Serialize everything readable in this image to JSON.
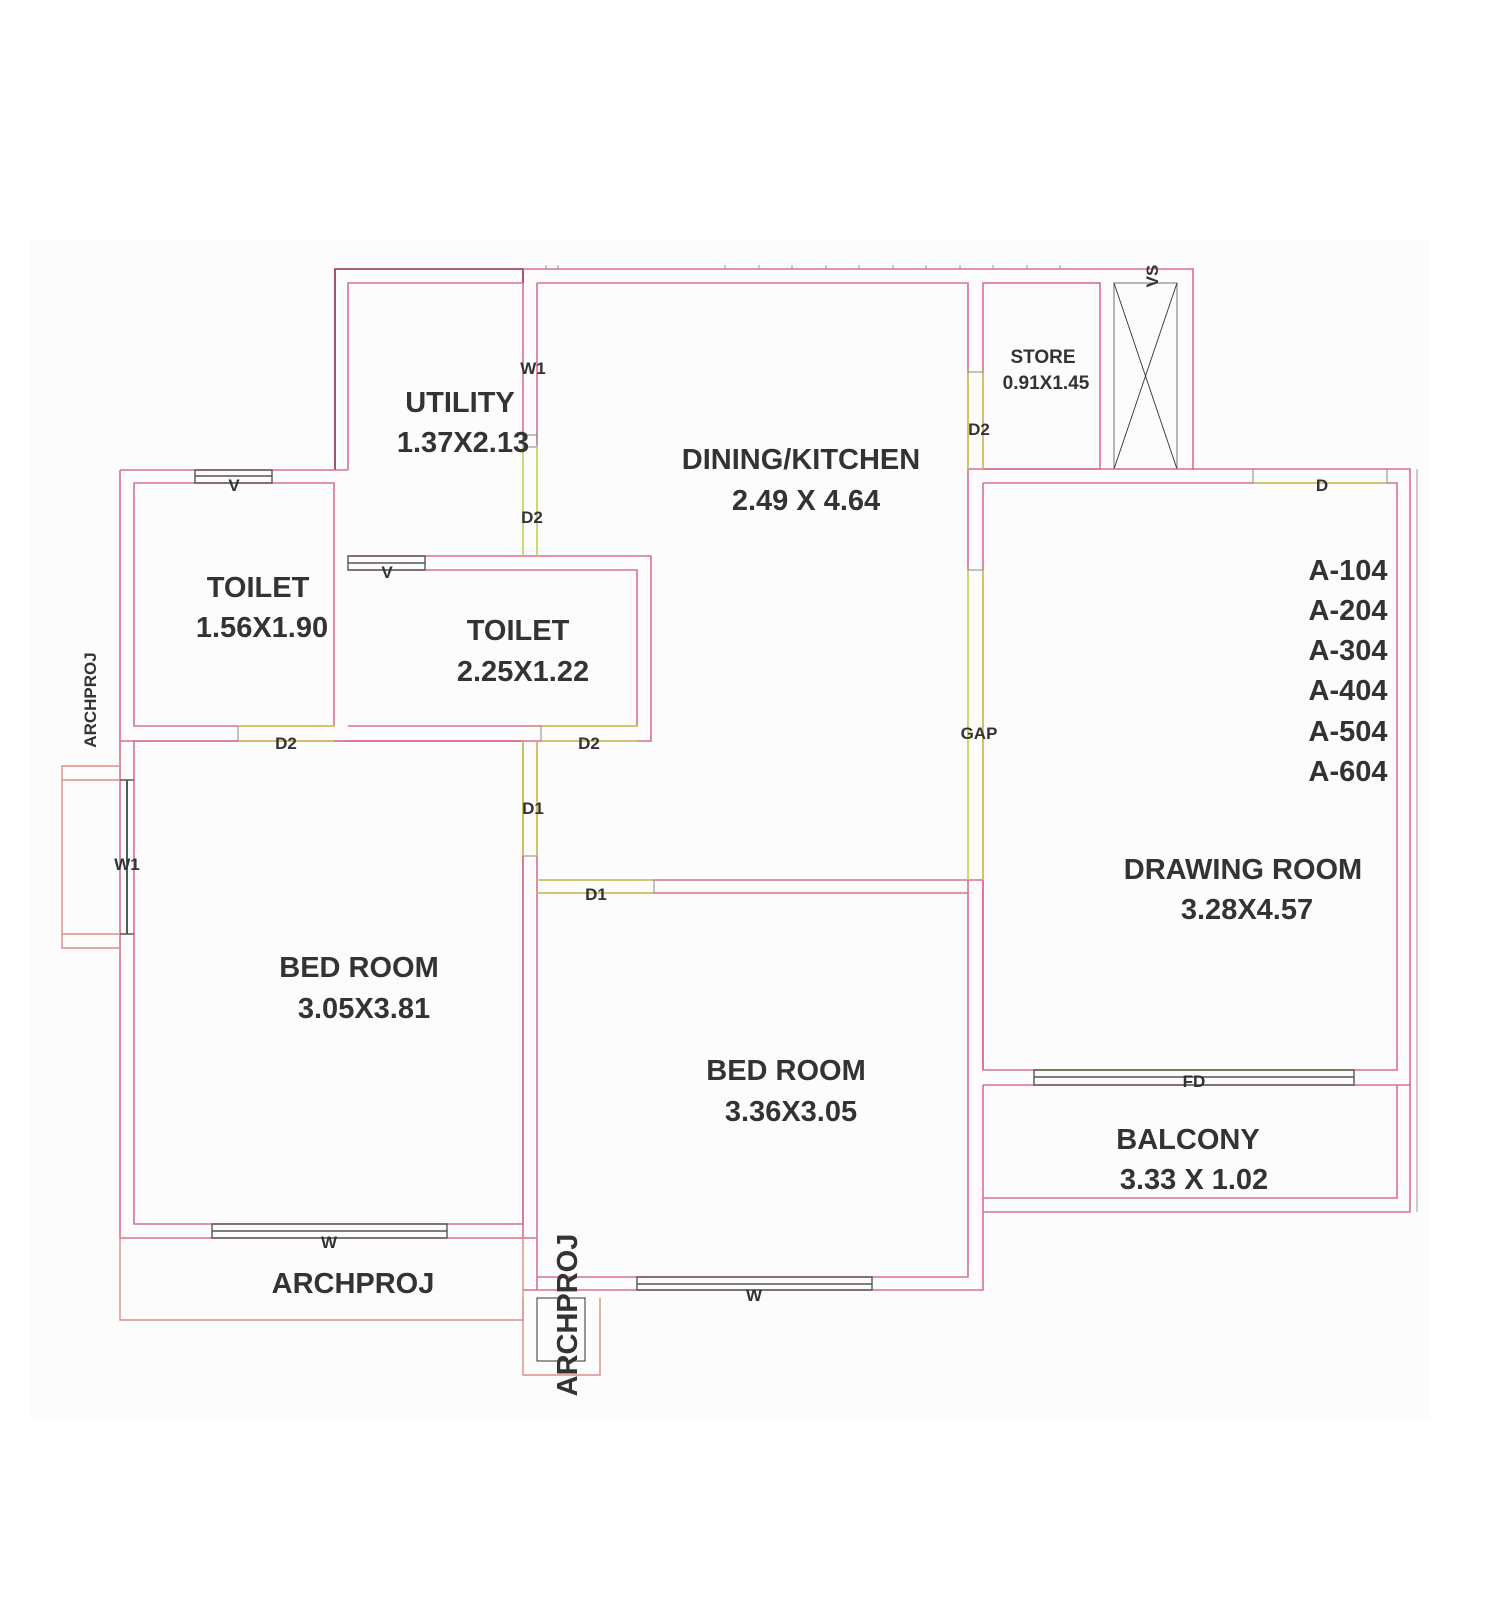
{
  "rooms": {
    "utility": {
      "name": "UTILITY",
      "size": "1.37X2.13"
    },
    "dining_kitchen": {
      "name": "DINING/KITCHEN",
      "size": "2.49 X 4.64"
    },
    "store": {
      "name": "STORE",
      "size": "0.91X1.45"
    },
    "toilet_1": {
      "name": "TOILET",
      "size": "1.56X1.90"
    },
    "toilet_2": {
      "name": "TOILET",
      "size": "2.25X1.22"
    },
    "drawing_room": {
      "name": "DRAWING ROOM",
      "size": "3.28X4.57"
    },
    "bed_room_1": {
      "name": "BED ROOM",
      "size": "3.05X3.81"
    },
    "bed_room_2": {
      "name": "BED ROOM",
      "size": "3.36X3.05"
    },
    "balcony": {
      "name": "BALCONY",
      "size": "3.33 X 1.02"
    }
  },
  "unit_numbers": [
    "A-104",
    "A-204",
    "A-304",
    "A-404",
    "A-504",
    "A-604"
  ],
  "openings": {
    "w1_utility": "W1",
    "d2_utility": "D2",
    "d2_store": "D2",
    "vs": "VS",
    "d_drawing": "D",
    "v_toilet1": "V",
    "v_toilet2": "V",
    "d2_toilet1": "D2",
    "d2_toilet2": "D2",
    "gap": "GAP",
    "d1_bed1": "D1",
    "d1_bed2": "D1",
    "w1_bed1": "W1",
    "w_bed1": "W",
    "w_bed2": "W",
    "fd_balcony": "FD"
  },
  "projections": {
    "left": "ARCHPROJ",
    "bottom_left": "ARCHPROJ",
    "bottom_center": "ARCHPROJ"
  },
  "colors": {
    "wall": "#d9718a",
    "wall_dark": "#8e2a5a",
    "door": "#c9cc55",
    "text": "#333333"
  }
}
